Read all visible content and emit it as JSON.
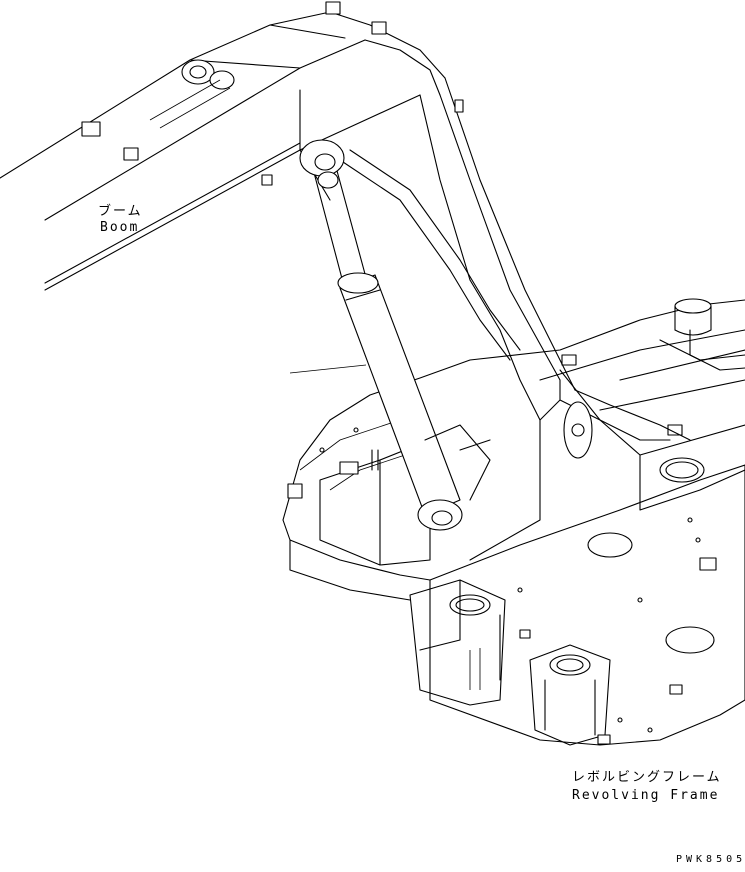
{
  "labels": {
    "boom_jp": "ブーム",
    "boom_en": "Boom",
    "frame_jp": "レボルビングフレーム",
    "frame_en": "Revolving Frame",
    "drawing_code": "PWK8505"
  }
}
